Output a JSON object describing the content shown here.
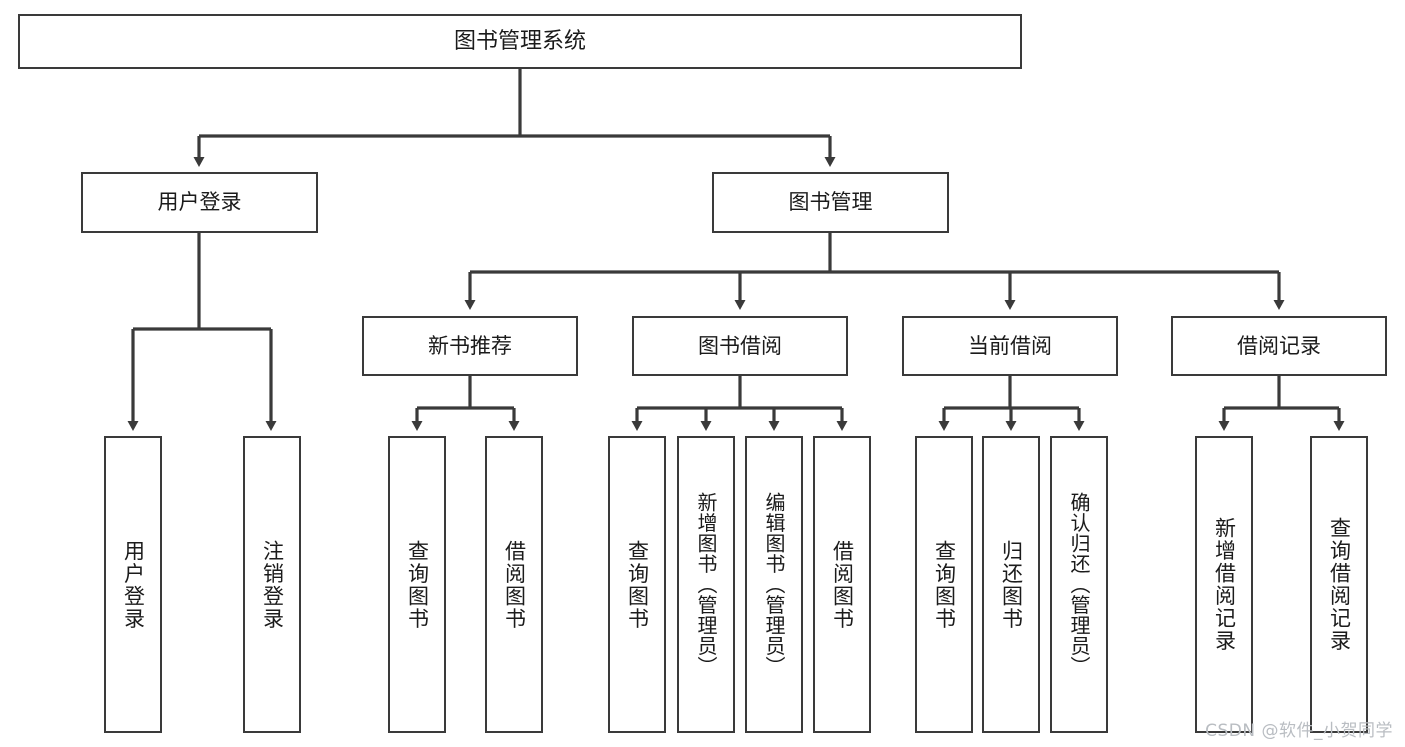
{
  "diagram": {
    "type": "tree-hierarchy",
    "title": "图书管理系统",
    "watermark": "CSDN @软件_小贺同学",
    "colors": {
      "box_border": "#3a3a3a",
      "box_fill": "#ffffff",
      "connector": "#3a3a3a",
      "text": "#1b1b1b",
      "watermark": "#b9bdc2",
      "background": "#ffffff"
    },
    "levels": {
      "level1": "root",
      "level2": "modules",
      "level3": "sub-modules",
      "level4": "functions"
    },
    "nodes": {
      "root": {
        "label": "图书管理系统"
      },
      "level2": [
        {
          "id": "user-login",
          "label": "用户登录"
        },
        {
          "id": "book-management",
          "label": "图书管理"
        }
      ],
      "level3": [
        {
          "id": "new-book-recommend",
          "label": "新书推荐",
          "parent": "book-management"
        },
        {
          "id": "book-borrow",
          "label": "图书借阅",
          "parent": "book-management"
        },
        {
          "id": "current-borrow",
          "label": "当前借阅",
          "parent": "book-management"
        },
        {
          "id": "borrow-record",
          "label": "借阅记录",
          "parent": "book-management"
        }
      ],
      "leaves": {
        "user_login": [
          {
            "id": "leaf-user-login",
            "label": "用户登录"
          },
          {
            "id": "leaf-logout",
            "label": "注销登录"
          }
        ],
        "new_book_recommend": [
          {
            "id": "leaf-query-book-1",
            "label": "查询图书"
          },
          {
            "id": "leaf-borrow-book-1",
            "label": "借阅图书"
          }
        ],
        "book_borrow": [
          {
            "id": "leaf-query-book-2",
            "label": "查询图书"
          },
          {
            "id": "leaf-add-book",
            "label": "新增图书（管理员）"
          },
          {
            "id": "leaf-edit-book",
            "label": "编辑图书（管理员）"
          },
          {
            "id": "leaf-borrow-book-2",
            "label": "借阅图书"
          }
        ],
        "current_borrow": [
          {
            "id": "leaf-query-book-3",
            "label": "查询图书"
          },
          {
            "id": "leaf-return-book",
            "label": "归还图书"
          },
          {
            "id": "leaf-confirm-return",
            "label": "确认归还（管理员）"
          }
        ],
        "borrow_record": [
          {
            "id": "leaf-add-record",
            "label": "新增借阅记录"
          },
          {
            "id": "leaf-query-record",
            "label": "查询借阅记录"
          }
        ]
      }
    }
  }
}
